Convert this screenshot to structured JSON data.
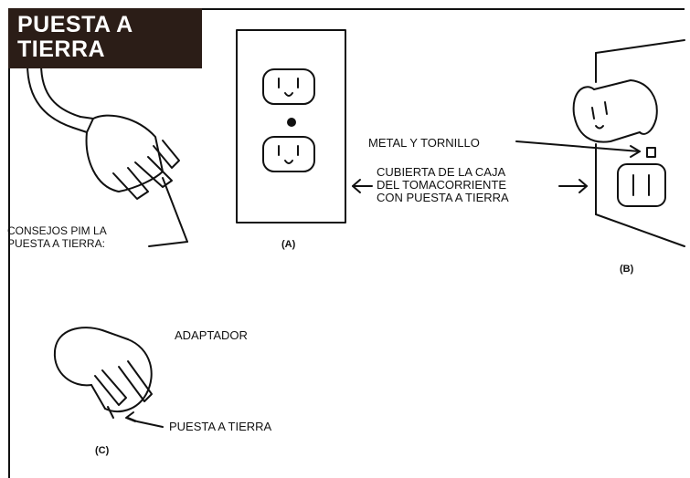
{
  "title": "PUESTA A\nTIERRA",
  "labels": {
    "tips": "CONSEJOS PIM LA\nPUESTA A TIERRA:",
    "metal_screw": "METAL Y TORNILLO",
    "cover": "CUBIERTA DE LA CAJA\nDEL TOMACORRIENTE\nCON PUESTA A TIERRA",
    "adapter": "ADAPTADOR",
    "ground": "PUESTA A TIERRA"
  },
  "captions": {
    "a": "(A)",
    "b": "(B)",
    "c": "(C)"
  },
  "colors": {
    "ink": "#111111",
    "title_bg": "#2b1d17",
    "title_fg": "#ffffff"
  }
}
